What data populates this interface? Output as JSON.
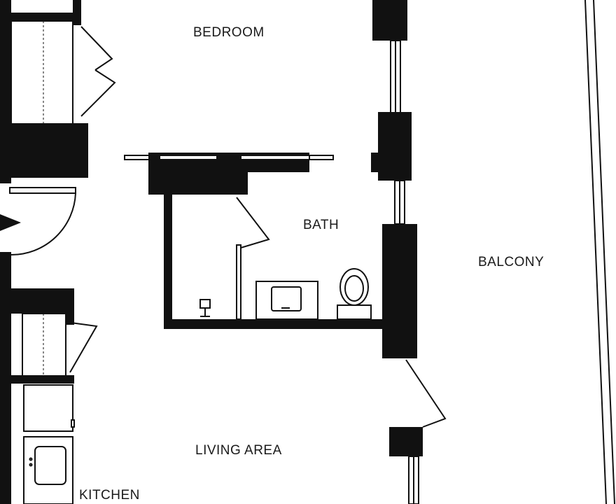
{
  "rooms": {
    "bedroom": "BEDROOM",
    "bath": "BATH",
    "balcony": "BALCONY",
    "living_area": "LIVING AREA",
    "kitchen": "KITCHEN"
  },
  "colors": {
    "wall": "#111111",
    "background": "#ffffff"
  }
}
